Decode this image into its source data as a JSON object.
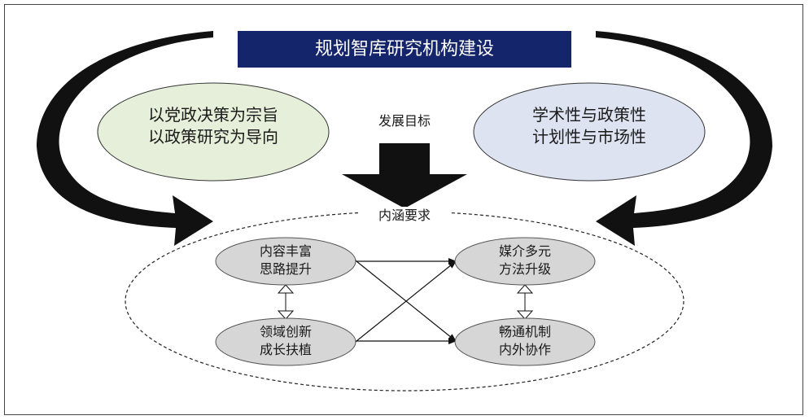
{
  "title": "规划智库研究机构建设",
  "goal_label": "发展目标",
  "inner_label": "内涵要求",
  "left_oval": {
    "line1": "以党政决策为宗旨",
    "line2": "以政策研究为导向"
  },
  "right_oval": {
    "line1": "学术性与政策性",
    "line2": "计划性与市场性"
  },
  "nodes": {
    "top_left": {
      "line1": "内容丰富",
      "line2": "思路提升"
    },
    "bottom_left": {
      "line1": "领域创新",
      "line2": "成长扶植"
    },
    "top_right": {
      "line1": "媒介多元",
      "line2": "方法升级"
    },
    "bottom_right": {
      "line1": "畅通机制",
      "line2": "内外协作"
    }
  },
  "colors": {
    "title_bg": "#14256b",
    "left_oval_fill": "#e6efd9",
    "right_oval_fill": "#dde3f0",
    "node_fill": "#d6d6d6",
    "arrow": "#111111"
  }
}
